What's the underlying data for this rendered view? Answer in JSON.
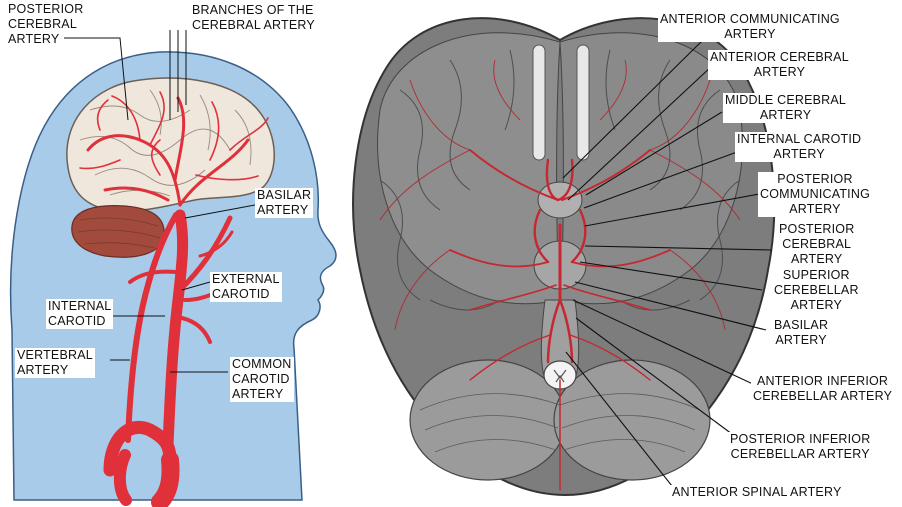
{
  "left_panel": {
    "labels": {
      "posterior_cerebral": [
        "POSTERIOR",
        "CEREBRAL",
        "ARTERY"
      ],
      "branches": [
        "BRANCHES OF THE",
        "CEREBRAL ARTERY"
      ],
      "basilar": [
        "BASILAR",
        "ARTERY"
      ],
      "external_carotid": [
        "EXTERNAL",
        "CAROTID"
      ],
      "internal_carotid": [
        "INTERNAL",
        "CAROTID"
      ],
      "vertebral": [
        "VERTEBRAL",
        "ARTERY"
      ],
      "common_carotid": [
        "COMMON",
        "CAROTID",
        "ARTERY"
      ]
    }
  },
  "right_panel": {
    "labels": {
      "anterior_communicating": [
        "ANTERIOR COMMUNICATING",
        "ARTERY"
      ],
      "anterior_cerebral": [
        "ANTERIOR CEREBRAL",
        "ARTERY"
      ],
      "middle_cerebral": [
        "MIDDLE CEREBRAL",
        "ARTERY"
      ],
      "internal_carotid": [
        "INTERNAL CAROTID",
        "ARTERY"
      ],
      "posterior_communicating": [
        "POSTERIOR",
        "COMMUNICATING",
        "ARTERY"
      ],
      "posterior_cerebral": [
        "POSTERIOR",
        "CEREBRAL",
        "ARTERY"
      ],
      "superior_cerebellar": [
        "SUPERIOR",
        "CEREBELLAR",
        "ARTERY"
      ],
      "basilar": [
        "BASILAR",
        "ARTERY"
      ],
      "anterior_inferior_cerebellar": [
        "ANTERIOR INFERIOR",
        "CEREBELLAR ARTERY"
      ],
      "posterior_inferior_cerebellar": [
        "POSTERIOR INFERIOR",
        "CEREBELLAR ARTERY"
      ],
      "anterior_spinal": [
        "ANTERIOR SPINAL ARTERY"
      ]
    }
  },
  "colors": {
    "artery_red": "#e0303a",
    "head_blue": "#a9cbea",
    "brain_cream": "#efe6dc",
    "cerebellum_brown": "#a24a3c",
    "brain_gray": "#8a8a8a"
  }
}
